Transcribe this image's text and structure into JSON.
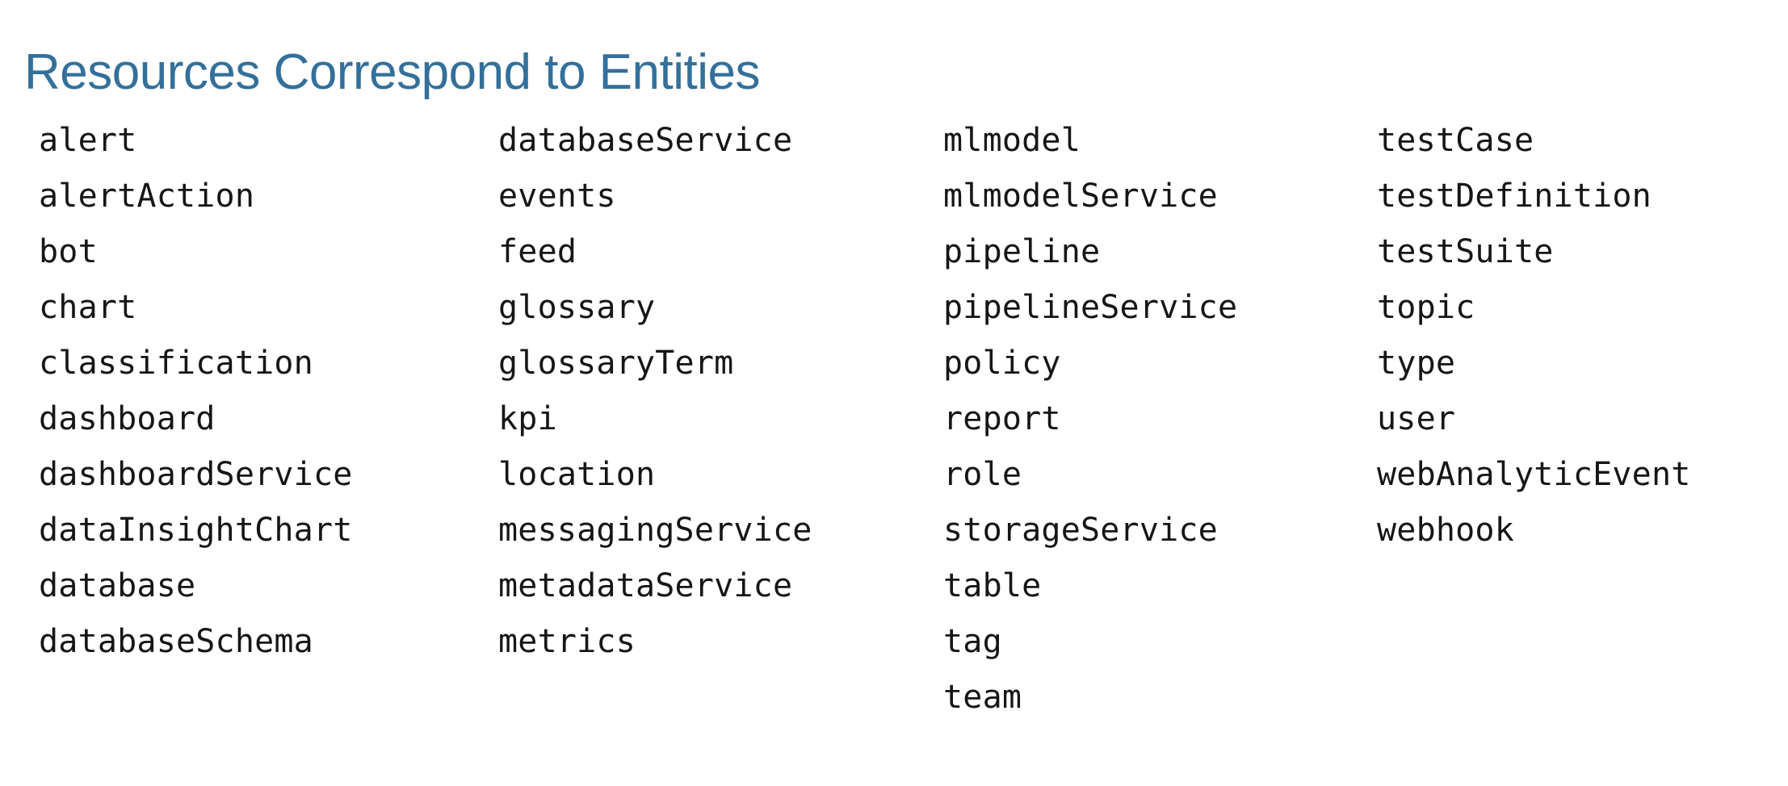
{
  "page": {
    "title": "Resources Correspond to Entities",
    "title_color": "#33709a",
    "background_color": "#ffffff",
    "text_color": "#161616"
  },
  "resources": {
    "columns": [
      {
        "name": "column-1",
        "items": [
          "alert",
          "alertAction",
          "bot",
          "chart",
          "classification",
          "dashboard",
          "dashboardService",
          "dataInsightChart",
          "database",
          "databaseSchema"
        ]
      },
      {
        "name": "column-2",
        "items": [
          "databaseService",
          "events",
          "feed",
          "glossary",
          "glossaryTerm",
          "kpi",
          "location",
          "messagingService",
          "metadataService",
          "metrics"
        ]
      },
      {
        "name": "column-3",
        "items": [
          "mlmodel",
          "mlmodelService",
          "pipeline",
          "pipelineService",
          "policy",
          "report",
          "role",
          "storageService",
          "table",
          "tag",
          "team"
        ]
      },
      {
        "name": "column-4",
        "items": [
          "testCase",
          "testDefinition",
          "testSuite",
          "topic",
          "type",
          "user",
          "webAnalyticEvent",
          "webhook"
        ]
      }
    ]
  }
}
